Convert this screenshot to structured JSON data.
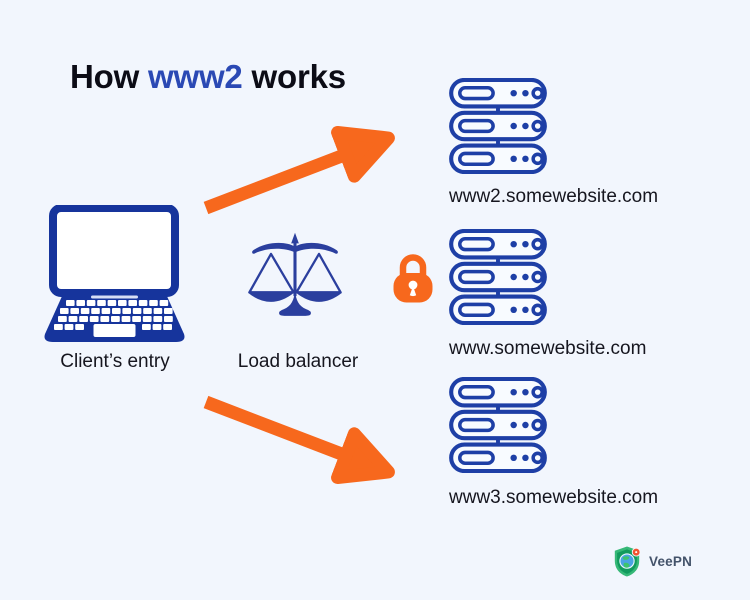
{
  "title": {
    "prefix": "How ",
    "highlight": "www2",
    "suffix": " works"
  },
  "nodes": {
    "client": {
      "label": "Client’s entry",
      "icon": "laptop-icon"
    },
    "load_balancer": {
      "label": "Load balancer",
      "icon": "scales-icon"
    },
    "security": {
      "icon": "lock-icon"
    },
    "servers": [
      {
        "label": "www2.somewebsite.com",
        "icon": "server-stack-icon"
      },
      {
        "label": "www.somewebsite.com",
        "icon": "server-stack-icon"
      },
      {
        "label": "www3.somewebsite.com",
        "icon": "server-stack-icon"
      }
    ]
  },
  "arrows": [
    {
      "from": "client",
      "to": "www2.somewebsite.com",
      "direction": "up-right"
    },
    {
      "from": "client",
      "to": "www3.somewebsite.com",
      "direction": "down-right"
    }
  ],
  "brand": {
    "name": "VeePN",
    "icon": "shield-globe-icon"
  },
  "colors": {
    "background": "#f2f6fd",
    "title_text": "#0c0c16",
    "title_highlight": "#2b49b4",
    "laptop_blue": "#16349c",
    "scales_blue": "#2b3f9e",
    "server_blue": "#1e3fa6",
    "accent_orange": "#f7681d",
    "label_text": "#16161f",
    "brand_text": "#44536a",
    "brand_shield_green": "#36b877"
  }
}
